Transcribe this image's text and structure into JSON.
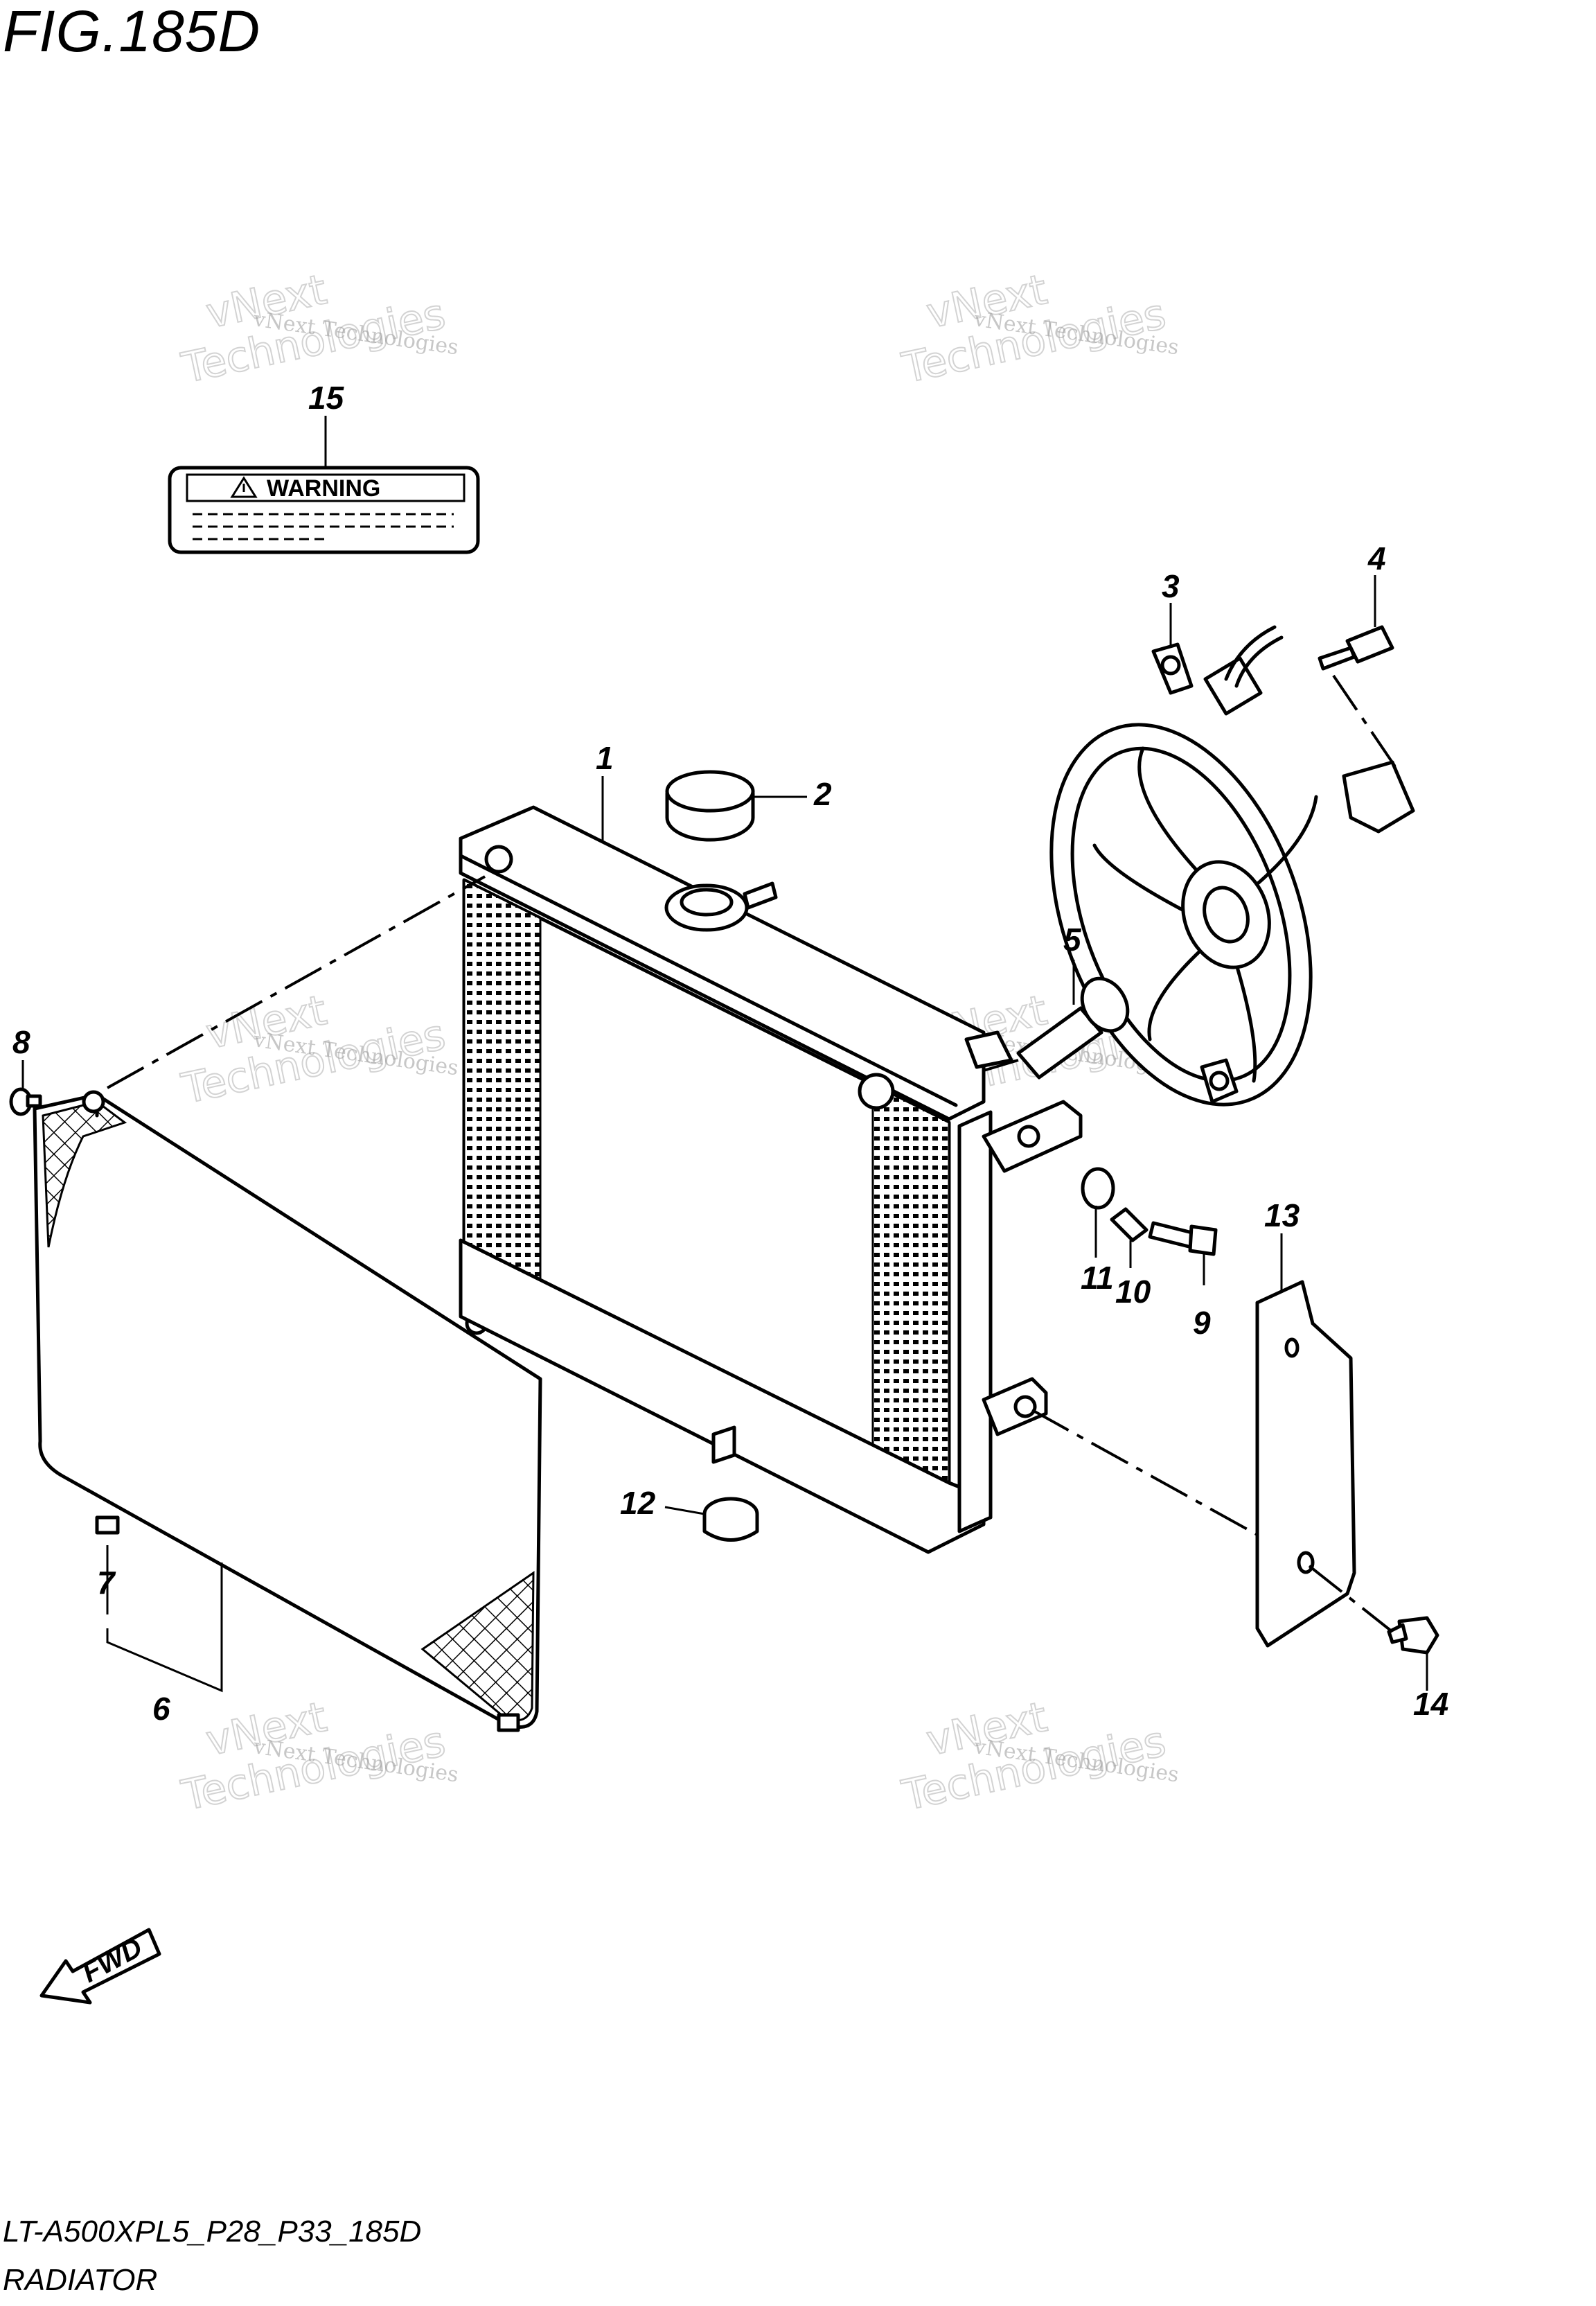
{
  "figure": {
    "title": "FIG.185D",
    "code": "LT-A500XPL5_P28_P33_185D",
    "name": "RADIATOR"
  },
  "warning_label": {
    "text": "WARNING"
  },
  "fwd_arrow": {
    "text": "FWD"
  },
  "watermark": {
    "line1": "vNext Technologies",
    "line2": "vNext",
    "line3": "Technologies"
  },
  "callouts": [
    "1",
    "2",
    "3",
    "4",
    "5",
    "6",
    "7",
    "8",
    "9",
    "10",
    "11",
    "12",
    "13",
    "14",
    "15"
  ]
}
